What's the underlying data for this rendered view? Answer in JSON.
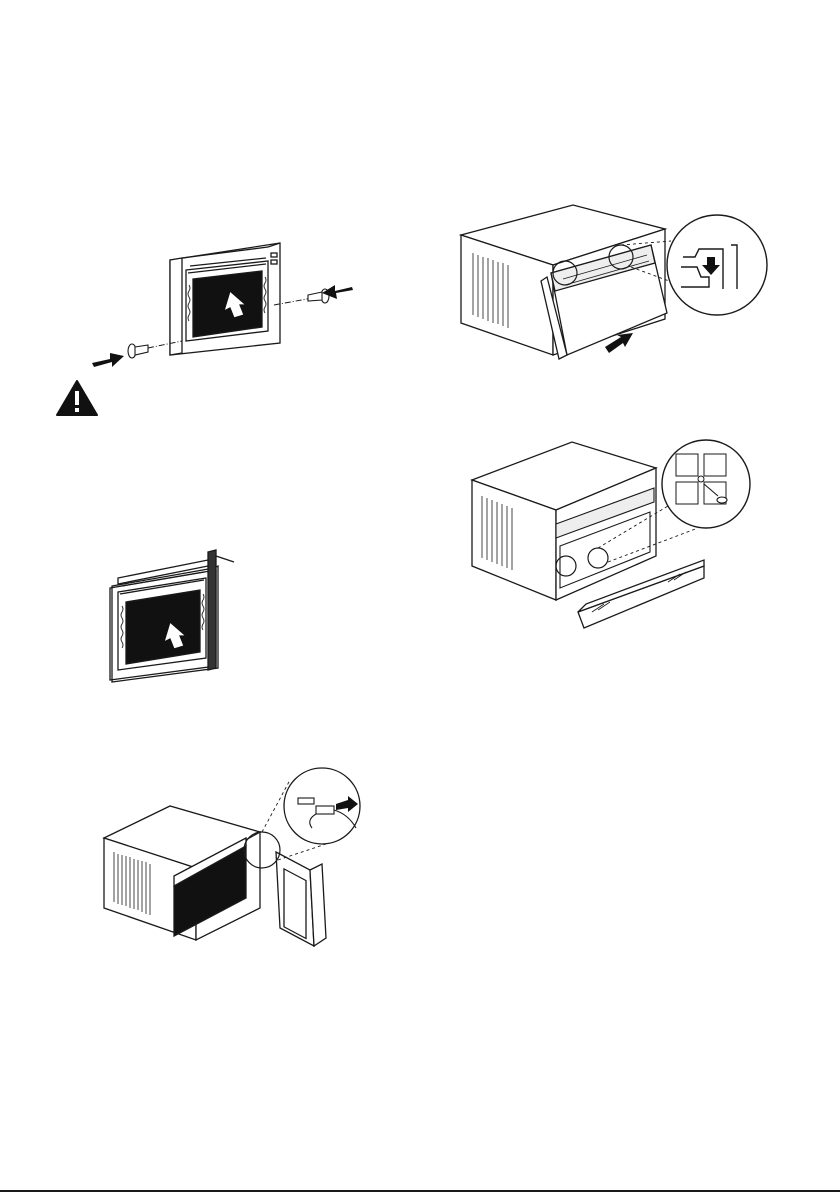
{
  "page": {
    "figures": [
      {
        "id": "fig-sleeve-screws",
        "icon": "sleeve-screw-install-illustration"
      },
      {
        "id": "fig-warning",
        "icon": "warning-triangle-icon"
      },
      {
        "id": "fig-sleeve-gasket",
        "icon": "sleeve-gasket-illustration"
      },
      {
        "id": "fig-wire-connect",
        "icon": "wire-connector-illustration"
      },
      {
        "id": "fig-front-grille",
        "icon": "front-grille-attach-illustration"
      },
      {
        "id": "fig-grille-screw",
        "icon": "grille-screw-illustration"
      }
    ],
    "colors": {
      "ink": "#1a1a1a",
      "fill": "#111111",
      "panel": "#f4f4f4",
      "bg": "#ffffff"
    }
  }
}
